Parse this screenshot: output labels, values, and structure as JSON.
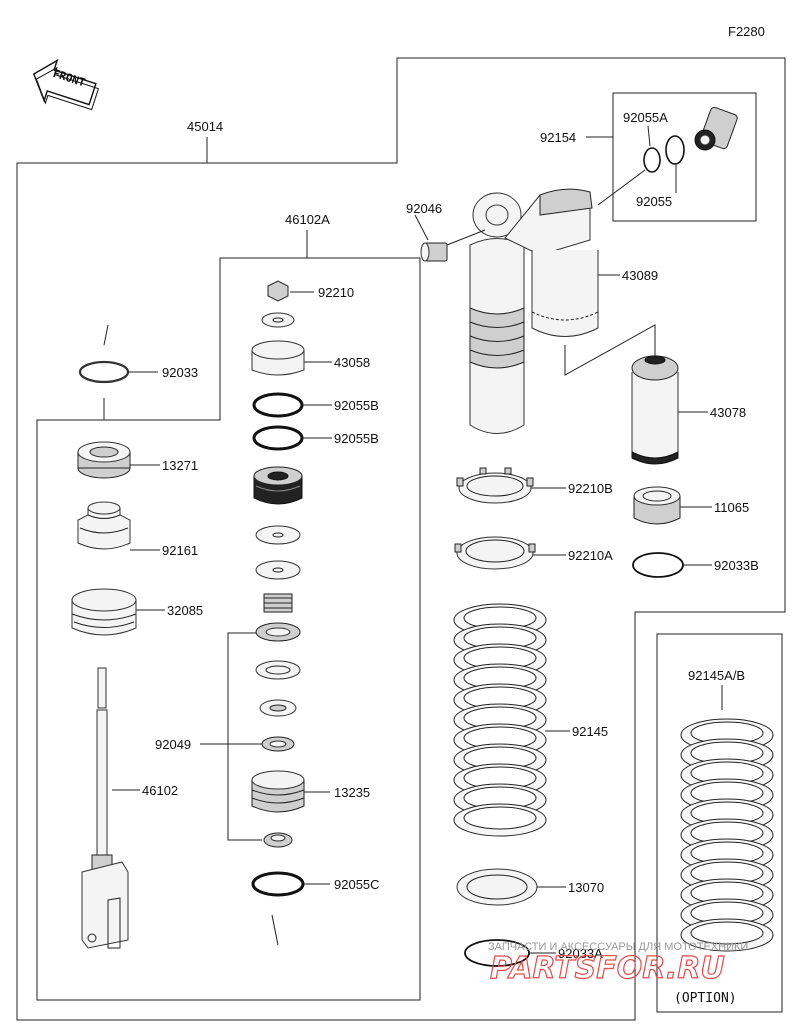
{
  "diagram_code": "F2280",
  "front_label": "FRONT",
  "option_label": "(OPTION)",
  "watermark_text": "ЗАПЧАСТИ И АКСЕССУАРЫ ДЛЯ МОТОТЕХНИКИ",
  "watermark_logo": "PARTSFOR.RU",
  "parts": {
    "p45014": "45014",
    "p46102A": "46102A",
    "p92210": "92210",
    "p43058": "43058",
    "p92055B_1": "92055B",
    "p92055B_2": "92055B",
    "p92033": "92033",
    "p13271": "13271",
    "p92161": "92161",
    "p32085": "32085",
    "p46102": "46102",
    "p92049": "92049",
    "p13235": "13235",
    "p92055C": "92055C",
    "p92046": "92046",
    "p92154": "92154",
    "p92055A": "92055A",
    "p92055": "92055",
    "p43089": "43089",
    "p43078": "43078",
    "p92210B": "92210B",
    "p11065": "11065",
    "p92210A": "92210A",
    "p92033B": "92033B",
    "p92145": "92145",
    "p13070": "13070",
    "p92033A": "92033A",
    "p92145AB": "92145A/B"
  },
  "colors": {
    "line": "#222222",
    "watermark_red": "#e24b4b",
    "watermark_gray": "#9a9a9a"
  }
}
